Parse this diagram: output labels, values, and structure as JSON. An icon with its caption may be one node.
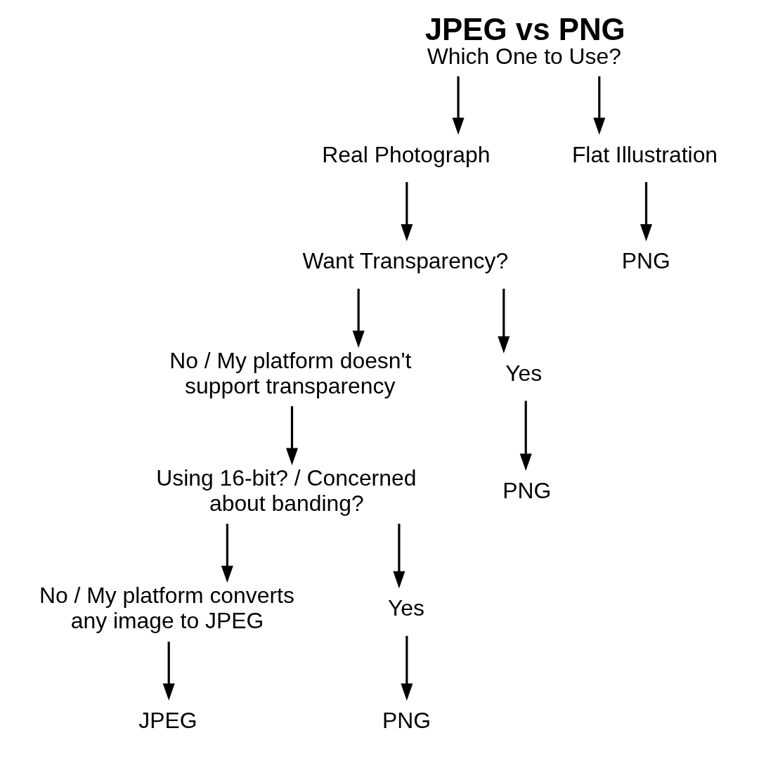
{
  "diagram": {
    "nodes": [
      {
        "text": [
          "JPEG vs PNG",
          "Which One to Use?"
        ]
      },
      {
        "text": [
          "Real Photograph"
        ]
      },
      {
        "text": [
          "Flat Illustration"
        ]
      },
      {
        "text": [
          "Want Transparency?"
        ]
      },
      {
        "text": [
          "PNG"
        ]
      },
      {
        "text": [
          "No / My platform doesn't support transparency"
        ]
      },
      {
        "text": [
          "Yes"
        ]
      },
      {
        "text": [
          "Using 16-bit? / Concerned about banding?"
        ]
      },
      {
        "text": [
          "PNG"
        ]
      },
      {
        "text": [
          "No / My platform converts any image to JPEG"
        ]
      },
      {
        "text": [
          "Yes"
        ]
      },
      {
        "text": [
          "JPEG"
        ]
      },
      {
        "text": [
          "PNG"
        ]
      }
    ],
    "edges": [
      {
        "from": 0,
        "to": 1,
        "arrow": "to"
      },
      {
        "from": 0,
        "to": 2,
        "arrow": "to"
      },
      {
        "from": 1,
        "to": 3,
        "arrow": "to"
      },
      {
        "from": 2,
        "to": 4,
        "arrow": "to"
      },
      {
        "from": 3,
        "to": 5,
        "arrow": "to"
      },
      {
        "from": 3,
        "to": 6,
        "arrow": "to"
      },
      {
        "from": 5,
        "to": 7,
        "arrow": "to"
      },
      {
        "from": 6,
        "to": 8,
        "arrow": "to"
      },
      {
        "from": 7,
        "to": 9,
        "arrow": "to"
      },
      {
        "from": 7,
        "to": 10,
        "arrow": "to"
      },
      {
        "from": 9,
        "to": 11,
        "arrow": "to"
      },
      {
        "from": 10,
        "to": 12,
        "arrow": "to"
      }
    ]
  }
}
